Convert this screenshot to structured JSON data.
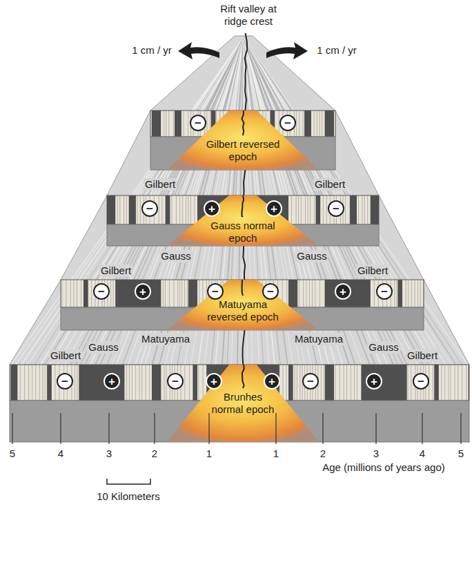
{
  "diagram": {
    "nodes": [
      {
        "text": [
          "−"
        ]
      },
      {
        "text": [
          "−"
        ]
      },
      {
        "text": [
          "−"
        ]
      },
      {
        "text": [
          "+"
        ]
      },
      {
        "text": [
          "+"
        ]
      },
      {
        "text": [
          "−"
        ]
      },
      {
        "text": [
          "−"
        ]
      },
      {
        "text": [
          "+"
        ]
      },
      {
        "text": [
          "−"
        ]
      },
      {
        "text": [
          "−"
        ]
      },
      {
        "text": [
          "+"
        ]
      },
      {
        "text": [
          "−"
        ]
      },
      {
        "text": [
          "−"
        ]
      },
      {
        "text": [
          "+"
        ]
      },
      {
        "text": [
          "−"
        ]
      },
      {
        "text": [
          "+"
        ]
      },
      {
        "text": [
          "+"
        ]
      },
      {
        "text": [
          "−"
        ]
      },
      {
        "text": [
          "+"
        ]
      },
      {
        "text": [
          "−"
        ]
      }
    ],
    "labels": [
      "Rift valley at ridge crest",
      "1 cm / yr",
      "1 cm / yr",
      "Gilbert reversed epoch",
      "Gilbert",
      "Gilbert",
      "Gauss normal epoch",
      "Gilbert",
      "Gauss",
      "Gauss",
      "Gilbert",
      "Matuyama reversed epoch",
      "Gilbert",
      "Gauss",
      "Matuyama",
      "Matuyama",
      "Gauss",
      "Gilbert",
      "Brunhes normal epoch",
      "5",
      "4",
      "3",
      "2",
      "1",
      "1",
      "2",
      "3",
      "4",
      "5",
      "Age (millions of years ago)",
      "10 Kilometers"
    ]
  }
}
